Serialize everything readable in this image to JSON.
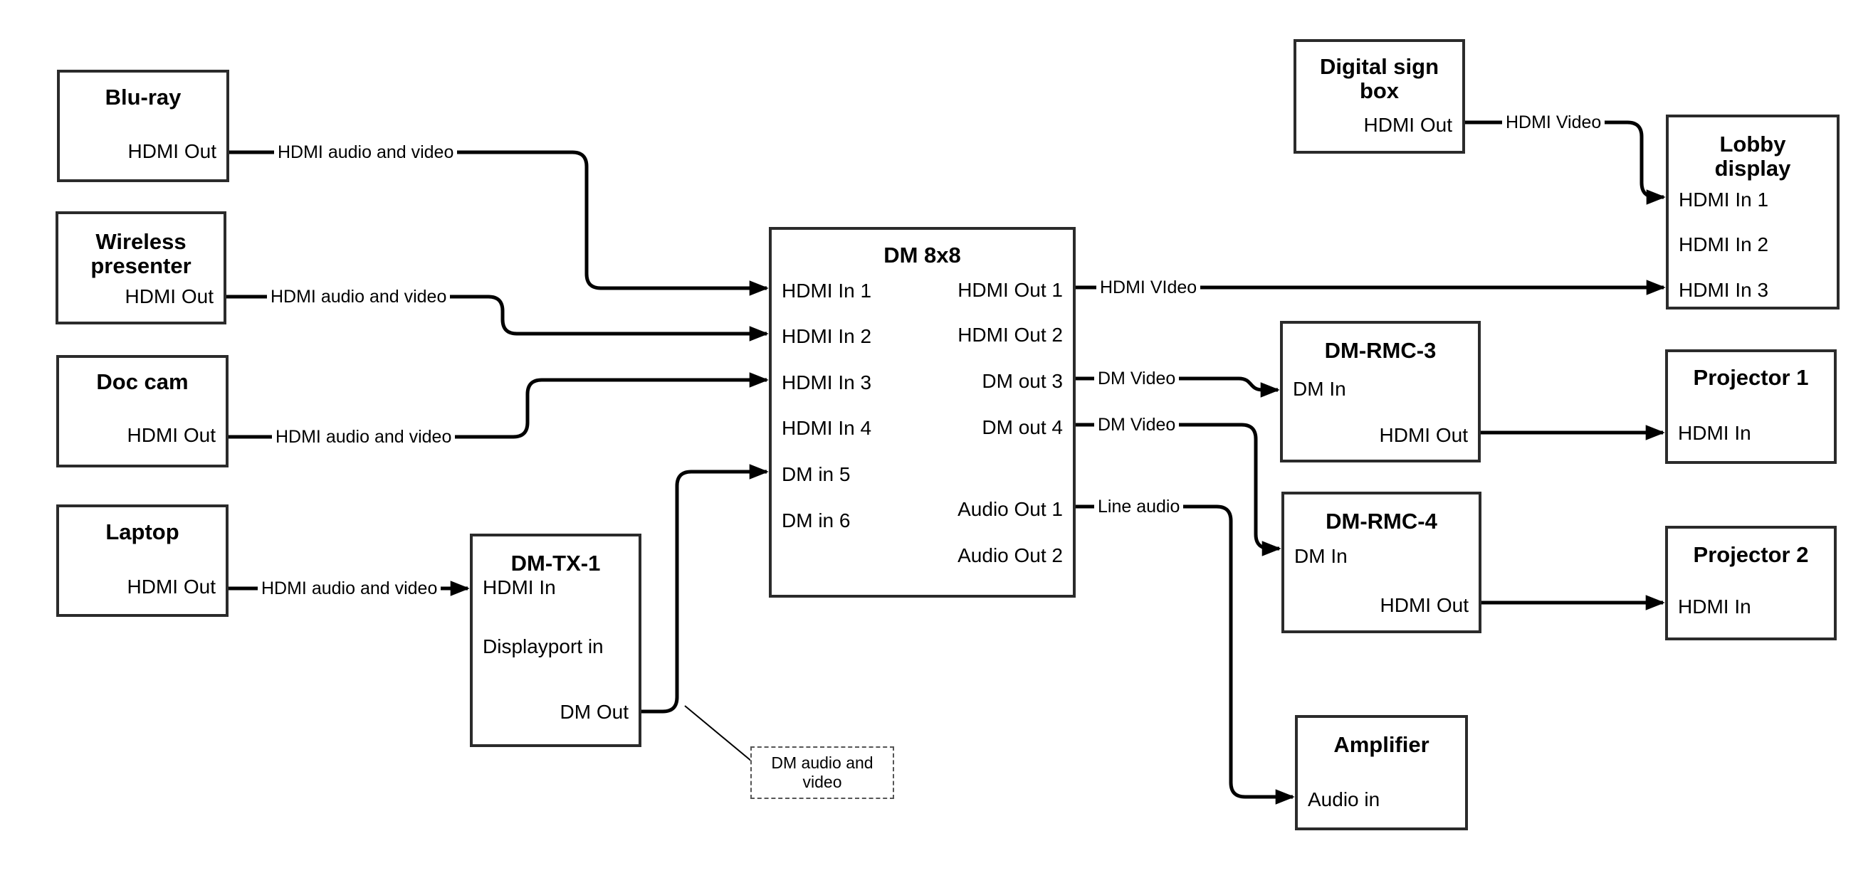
{
  "diagram_type": "AV signal flow diagram",
  "boxes": {
    "bluray": {
      "title": "Blu-ray",
      "ports": {
        "hdmi_out": "HDMI Out"
      }
    },
    "wireless_presenter": {
      "title": "Wireless presenter",
      "ports": {
        "hdmi_out": "HDMI Out"
      }
    },
    "doc_cam": {
      "title": "Doc cam",
      "ports": {
        "hdmi_out": "HDMI Out"
      }
    },
    "laptop": {
      "title": "Laptop",
      "ports": {
        "hdmi_out": "HDMI Out"
      }
    },
    "dm_tx_1": {
      "title": "DM-TX-1",
      "ports": {
        "hdmi_in": "HDMI In",
        "displayport_in": "Displayport in",
        "dm_out": "DM Out"
      }
    },
    "dm_8x8": {
      "title": "DM 8x8",
      "ports_in": [
        "HDMI In 1",
        "HDMI In 2",
        "HDMI In 3",
        "HDMI In 4",
        "DM in 5",
        "DM in 6"
      ],
      "ports_out": [
        "HDMI Out 1",
        "HDMI Out 2",
        "DM out 3",
        "DM out 4",
        "Audio Out 1",
        "Audio Out 2"
      ]
    },
    "digital_sign_box": {
      "title": "Digital sign box",
      "ports": {
        "hdmi_out": "HDMI Out"
      }
    },
    "lobby_display": {
      "title": "Lobby display",
      "ports_in": [
        "HDMI In 1",
        "HDMI In 2",
        "HDMI In 3"
      ]
    },
    "dm_rmc_3": {
      "title": "DM-RMC-3",
      "ports": {
        "dm_in": "DM In",
        "hdmi_out": "HDMI Out"
      }
    },
    "dm_rmc_4": {
      "title": "DM-RMC-4",
      "ports": {
        "dm_in": "DM In",
        "hdmi_out": "HDMI Out"
      }
    },
    "projector_1": {
      "title": "Projector 1",
      "ports": {
        "hdmi_in": "HDMI In"
      }
    },
    "projector_2": {
      "title": "Projector 2",
      "ports": {
        "hdmi_in": "HDMI In"
      }
    },
    "amplifier": {
      "title": "Amplifier",
      "ports": {
        "audio_in": "Audio in"
      }
    }
  },
  "connection_labels": {
    "bluray_to_dm8x8": "HDMI audio and video",
    "wireless_to_dm8x8": "HDMI audio and video",
    "doccam_to_dm8x8": "HDMI audio and video",
    "laptop_to_dmtx1": "HDMI audio and video",
    "hdmi_out_1": "HDMI VIdeo",
    "dm_out_3": "DM Video",
    "dm_out_4": "DM Video",
    "audio_out_1": "Line audio",
    "digital_sign_to_lobby": "HDMI Video"
  },
  "note": {
    "text": "DM audio and video"
  },
  "colors": {
    "line": "#000000",
    "box_border": "#2b2b2b",
    "background": "#ffffff",
    "text": "#000000"
  }
}
